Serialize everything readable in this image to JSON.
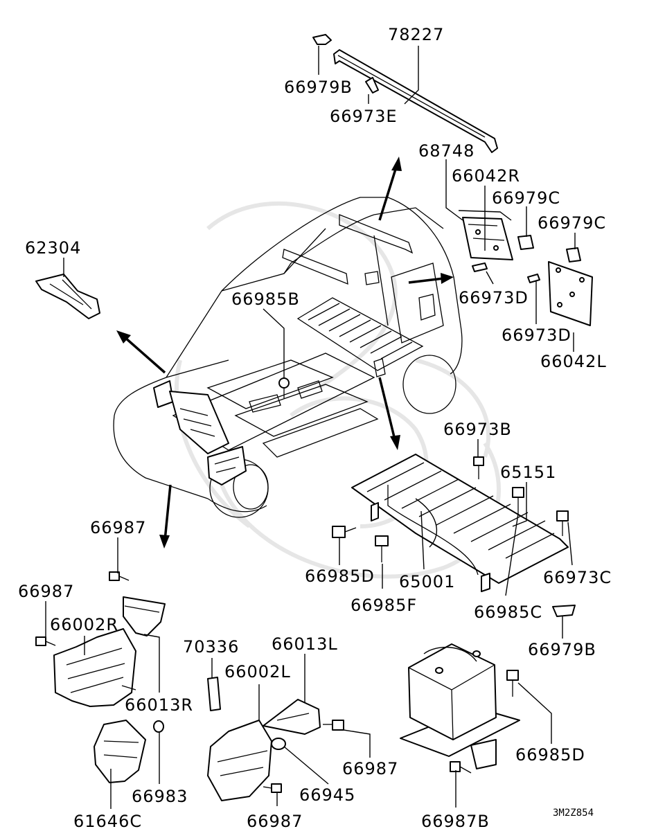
{
  "labels": {
    "p78227": "78227",
    "p66979B_top": "66979B",
    "p66973E": "66973E",
    "p68748": "68748",
    "p66042R": "66042R",
    "p66979C_a": "66979C",
    "p66979C_b": "66979C",
    "p66973D_a": "66973D",
    "p66973D_b": "66973D",
    "p66042L": "66042L",
    "p62304": "62304",
    "p66985B": "66985B",
    "p66973B": "66973B",
    "p65151": "65151",
    "p66985D_mid": "66985D",
    "p65001": "65001",
    "p66973C": "66973C",
    "p66985F": "66985F",
    "p66985C": "66985C",
    "p66979B_bot": "66979B",
    "p66987_a": "66987",
    "p66987_b": "66987",
    "p66002R": "66002R",
    "p66013R": "66013R",
    "p70336": "70336",
    "p66013L": "66013L",
    "p66002L": "66002L",
    "p66987_c": "66987",
    "p66945": "66945",
    "p66983": "66983",
    "p61646C": "61646C",
    "p66987_d": "66987",
    "p66985D_bot": "66985D",
    "p66987B": "66987B"
  },
  "diagram_code": "3M2Z854"
}
